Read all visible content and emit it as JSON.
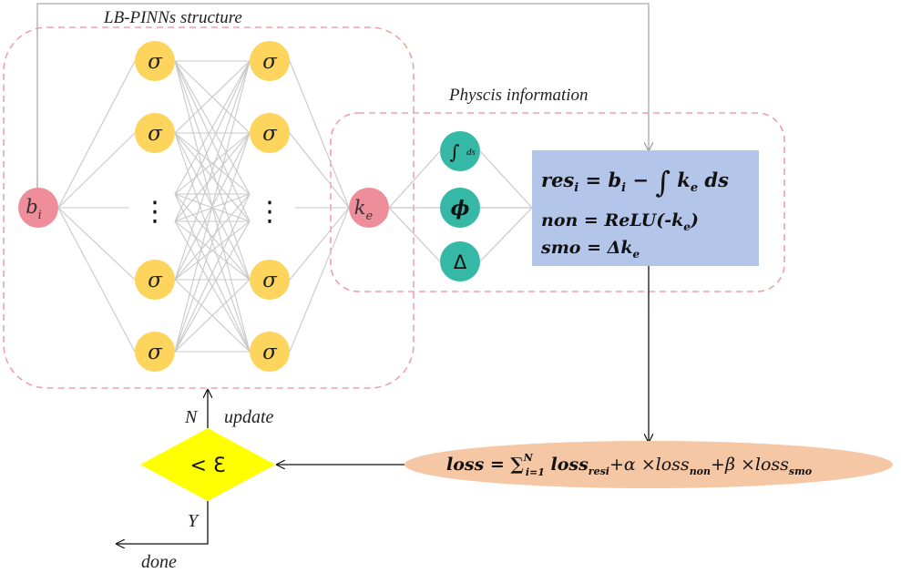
{
  "titles": {
    "network": "LB-PINNs structure",
    "physics": "Physcis information"
  },
  "nodes": {
    "input": {
      "main": "b",
      "sub": "i"
    },
    "output": {
      "main": "k",
      "sub": "e"
    },
    "activation": "σ",
    "ellipsis": "⋮",
    "physics_ops": {
      "integral": {
        "symbol": "∫",
        "tag": "ds"
      },
      "relu": "ϕ",
      "laplacian": "Δ"
    }
  },
  "equations": {
    "res": {
      "lhs": "res",
      "lhs_sub": "i",
      "mid": " = ",
      "b": "b",
      "b_sub": "i",
      "minus": " − ",
      "int": "∫",
      "k": " k",
      "k_sub": "e",
      "tail": " ds"
    },
    "non": {
      "text": "non = ReLU(-k",
      "sub": "e",
      "tail": ")"
    },
    "smo": {
      "text": "smo = Δk",
      "sub": "e"
    }
  },
  "loss": {
    "lhs": "loss = ∑",
    "sum_upper": "N",
    "sum_lower": "i=1",
    "term1": " loss",
    "term1_sub": "resi",
    "term2": "+α ×loss",
    "term2_sub": "non",
    "term3": "+β ×loss",
    "term3_sub": "smo"
  },
  "decision": {
    "text": "< Ɛ",
    "no_label": "N",
    "yes_label": "Y",
    "update_label": "update",
    "done_label": "done"
  },
  "colors": {
    "dashed_border": "#f0a0a8",
    "input_node": "#ee8e9a",
    "activation_node": "#fdd45c",
    "physics_node": "#35b9a6",
    "equation_box": "#b4c5ea",
    "loss_ellipse": "#f5c7a5",
    "decision_diamond": "#ffff00",
    "connections": "#c8c8c8"
  }
}
